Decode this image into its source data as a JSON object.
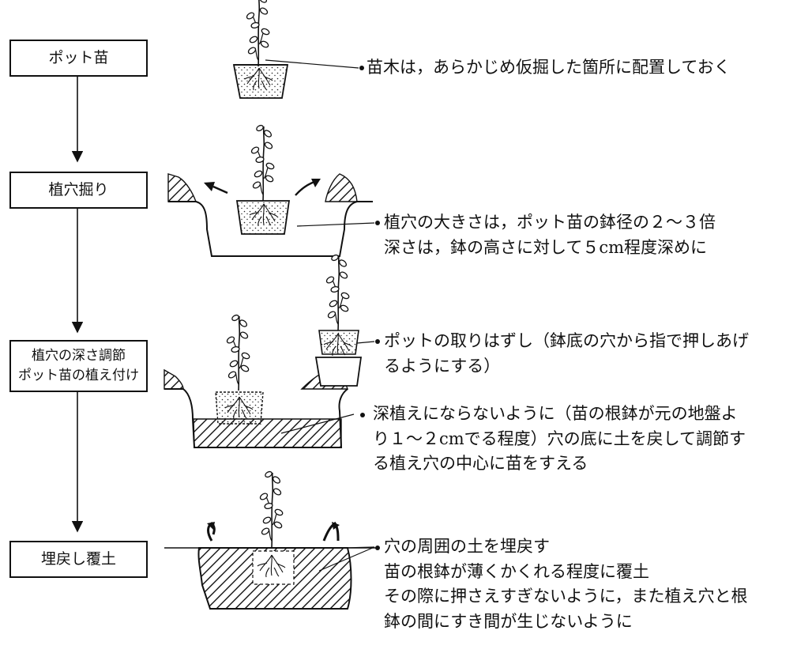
{
  "steps": [
    {
      "label_lines": [
        "ポット苗"
      ],
      "note_lines": [
        "苗木は，あらかじめ仮掘した箇所に配置しておく"
      ]
    },
    {
      "label_lines": [
        "植穴掘り"
      ],
      "note_lines": [
        "植穴の大きさは，ポット苗の鉢径の２～３倍",
        "深さは，鉢の高さに対して５cm程度深めに"
      ]
    },
    {
      "label_lines": [
        "植穴の深さ調節",
        "ポット苗の植え付け"
      ],
      "note_a_lines": [
        "ポットの取りはずし（鉢底の穴から指で押しあげ",
        "るようにする）"
      ],
      "note_b_lines": [
        "深植えにならないように（苗の根鉢が元の地盤よ",
        "り１～２cmでる程度）穴の底に土を戻して調節す",
        "る植え穴の中心に苗をすえる"
      ]
    },
    {
      "label_lines": [
        "埋戻し覆土"
      ],
      "note_lines": [
        "穴の周囲の土を埋戻す",
        "苗の根鉢が薄くかくれる程度に覆土",
        "その際に押さえすぎないように，また植え穴と根",
        "鉢の間にすき間が生じないように"
      ]
    }
  ]
}
